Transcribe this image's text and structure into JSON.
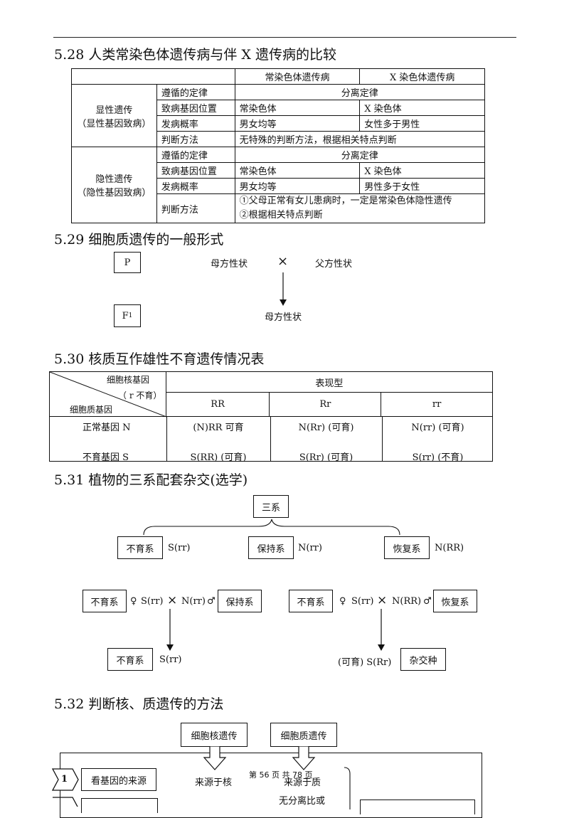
{
  "s528": {
    "title": "5.28 人类常染色体遗传病与伴 X 遗传病的比较",
    "col1": "常染色体遗传病",
    "col2": "X 染色体遗传病",
    "dominant": {
      "label1": "显性遗传",
      "label2": "（显性基因致病）",
      "rows": [
        {
          "k": "遵循的定律",
          "v": "分离定律"
        },
        {
          "k": "致病基因位置",
          "a": "常染色体",
          "b": "X 染色体"
        },
        {
          "k": "发病概率",
          "a": "男女均等",
          "b": "女性多于男性"
        },
        {
          "k": "判断方法",
          "v": "无特殊的判断方法，根据相关特点判断"
        }
      ]
    },
    "recessive": {
      "label1": "隐性遗传",
      "label2": "（隐性基因致病）",
      "rows": [
        {
          "k": "遵循的定律",
          "v": "分离定律"
        },
        {
          "k": "致病基因位置",
          "a": "常染色体",
          "b": "X 染色体"
        },
        {
          "k": "发病概率",
          "a": "男女均等",
          "b": "男性多于女性"
        },
        {
          "k": "判断方法",
          "v1": "①父母正常有女儿患病时，一定是常染色体隐性遗传",
          "v2": "②根据相关特点判断"
        }
      ]
    }
  },
  "s529": {
    "title": "5.29 细胞质遗传的一般形式",
    "p": "P",
    "f1": "F",
    "f1_sub": "1",
    "mother": "母方性状",
    "cross": "×",
    "father": "父方性状",
    "offspring": "母方性状"
  },
  "s530": {
    "title": "5.30 核质互作雄性不育遗传情况表",
    "diag_top": "细胞核基因",
    "diag_mid": "（ r 不育）",
    "diag_bottom": "细胞质基因",
    "phenotype": "表现型",
    "cols": [
      "RR",
      "Rr",
      "rr"
    ],
    "row1": {
      "label": "正常基因  N",
      "cells": [
        "(N)RR  可育",
        "N(Rr) (可育)",
        "N(rr) (可育)"
      ]
    },
    "row2": {
      "label": "不育基因  S",
      "cells": [
        "S(RR) (可育)",
        "S(Rr) (可育)",
        "S(rr) (不育)"
      ]
    }
  },
  "s531": {
    "title": "5.31 植物的三系配套杂交(选学)",
    "three": "三系",
    "sterile": "不育系",
    "sterile_g": "S(rr)",
    "maintainer": "保持系",
    "maintainer_g": "N(rr)",
    "restorer": "恢复系",
    "restorer_g": "N(RR)",
    "female": "♀",
    "male": "♂",
    "cross": "×",
    "c1_left": "不育系",
    "c1_f": "S(rr)",
    "c1_m": "N(rr)",
    "c1_right": "保持系",
    "c2_left": "不育系",
    "c2_f": "S(rr)",
    "c2_m": "N(RR)",
    "c2_right": "恢复系",
    "r1_box": "不育系",
    "r1_g": "S(rr)",
    "r2_pre": "(可育) S(Rr)",
    "r2_box": "杂交种"
  },
  "s532": {
    "title": "5.32 判断核、质遗传的方法",
    "nuclear": "细胞核遗传",
    "cyto": "细胞质遗传",
    "step1_num": "1",
    "step1": "看基因的来源",
    "from_nucleus": "来源于核",
    "from_cyto": "来源于质",
    "no_ratio": "无分离比或"
  },
  "page_num": "第  56  页  共  78  页"
}
